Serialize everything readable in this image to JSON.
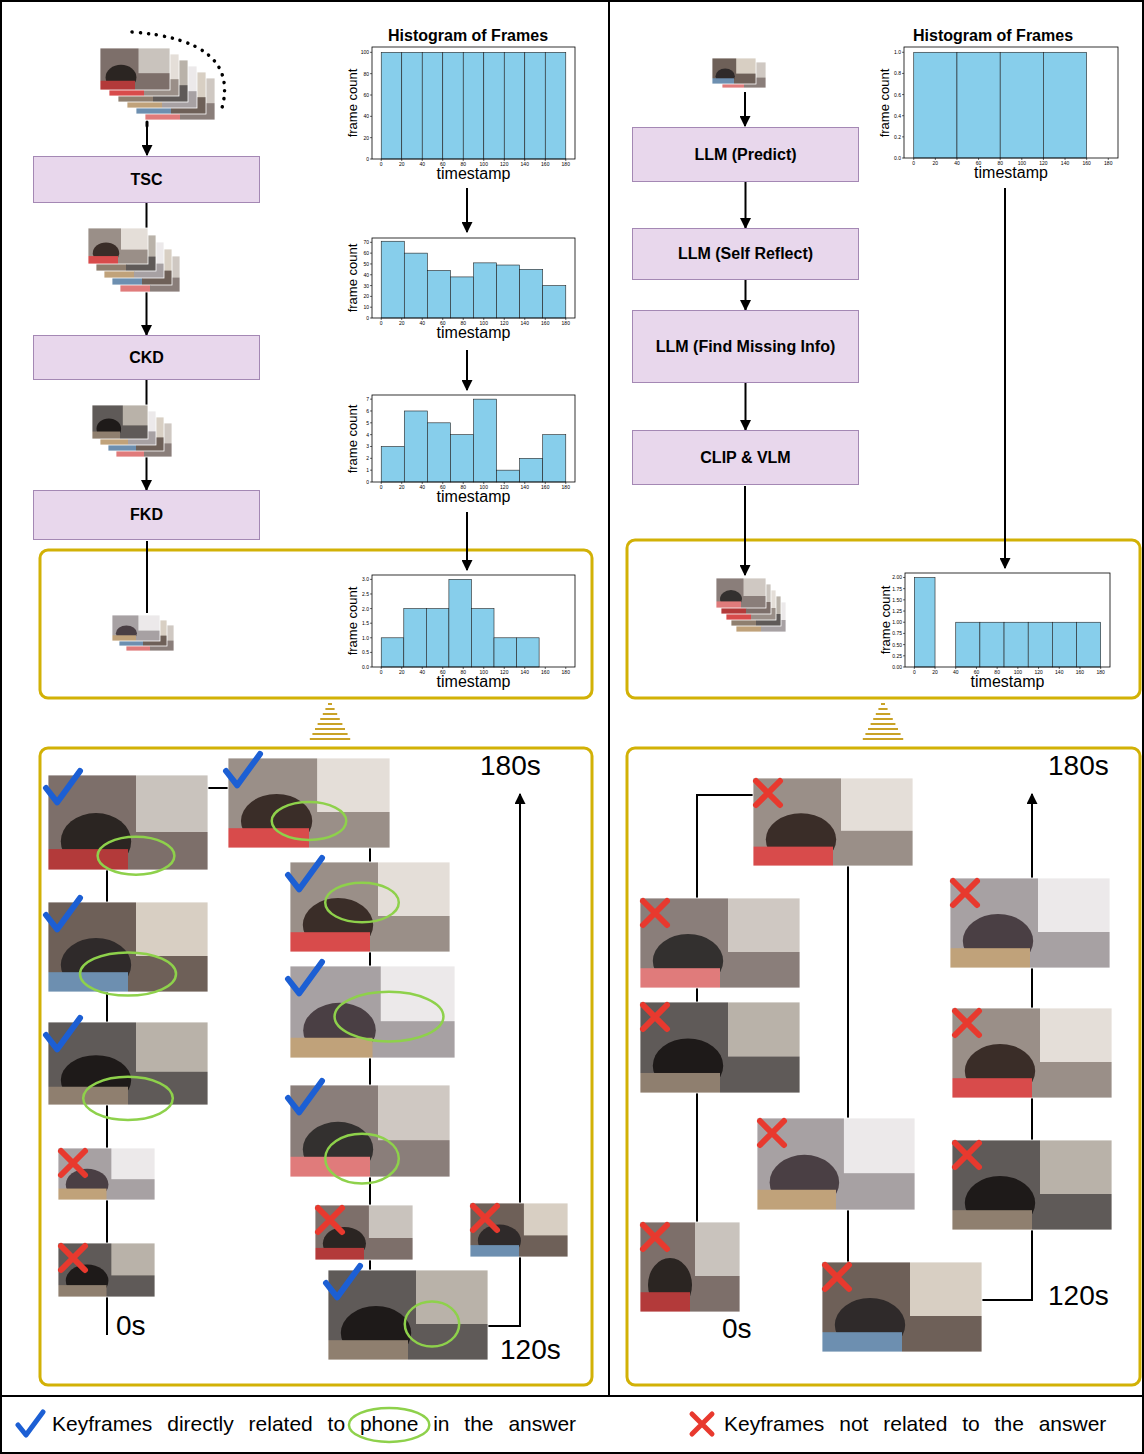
{
  "diagram": {
    "nodes": [
      {
        "text": [
          "TSC"
        ]
      },
      {
        "text": [
          "CKD"
        ]
      },
      {
        "text": [
          "FKD"
        ]
      },
      {
        "text": [
          "LLM (Predict)"
        ]
      },
      {
        "text": [
          "LLM (Self Reflect)"
        ]
      },
      {
        "text": [
          "LLM (Find Missing Info)"
        ]
      },
      {
        "text": [
          "CLIP & VLM"
        ]
      }
    ],
    "edges": [
      {
        "from": 0,
        "to": 1,
        "arrow": "to"
      },
      {
        "from": 1,
        "to": 2,
        "arrow": "to"
      },
      {
        "from": 3,
        "to": 4,
        "arrow": "to"
      },
      {
        "from": 4,
        "to": 5,
        "arrow": "to"
      },
      {
        "from": 5,
        "to": 6,
        "arrow": "to"
      }
    ],
    "labels": [
      "Histogram of Frames",
      "frame count",
      "timestamp",
      "0",
      "20",
      "40",
      "60",
      "80",
      "100",
      "0",
      "20",
      "40",
      "60",
      "80",
      "100",
      "120",
      "140",
      "160",
      "180",
      "frame count",
      "timestamp",
      "0",
      "10",
      "20",
      "30",
      "40",
      "50",
      "60",
      "70",
      "0",
      "20",
      "40",
      "60",
      "80",
      "100",
      "120",
      "140",
      "160",
      "180",
      "frame count",
      "timestamp",
      "0",
      "1",
      "2",
      "3",
      "4",
      "5",
      "6",
      "7",
      "0",
      "20",
      "40",
      "60",
      "80",
      "100",
      "120",
      "140",
      "160",
      "180",
      "frame count",
      "timestamp",
      "0.0",
      "0.5",
      "1.0",
      "1.5",
      "2.0",
      "2.5",
      "3.0",
      "0",
      "20",
      "40",
      "60",
      "80",
      "100",
      "120",
      "140",
      "160",
      "180",
      "Histogram of Frames",
      "frame count",
      "timestamp",
      "0.0",
      "0.2",
      "0.4",
      "0.6",
      "0.8",
      "1.0",
      "0",
      "20",
      "40",
      "60",
      "80",
      "100",
      "120",
      "140",
      "160",
      "180",
      "frame count",
      "timestamp",
      "0.00",
      "0.25",
      "0.50",
      "0.75",
      "1.00",
      "1.25",
      "1.50",
      "1.75",
      "2.00",
      "0",
      "20",
      "40",
      "60",
      "80",
      "100",
      "120",
      "140",
      "160",
      "180",
      "180s",
      "0s",
      "120s",
      "180s",
      "0s",
      "120s"
    ],
    "legend": [
      {
        "text": "Keyframes directly related to phone in the answer"
      },
      {
        "text": "Keyframes not related to the answer"
      }
    ]
  }
}
